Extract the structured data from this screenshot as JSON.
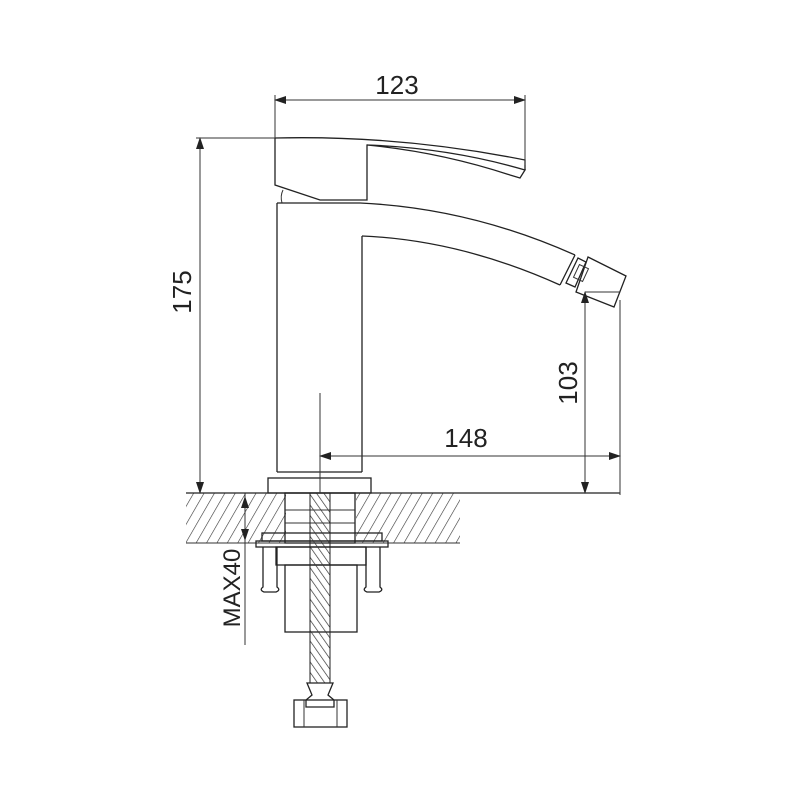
{
  "drawing": {
    "subject": "Bidet faucet side-view dimensional drawing",
    "stroke_color": "#222222",
    "background": "#ffffff"
  },
  "dimensions": {
    "handle_length": "123",
    "overall_height": "175",
    "spout_height": "103",
    "spout_reach": "148",
    "max_deck_thickness": "MAX40"
  }
}
